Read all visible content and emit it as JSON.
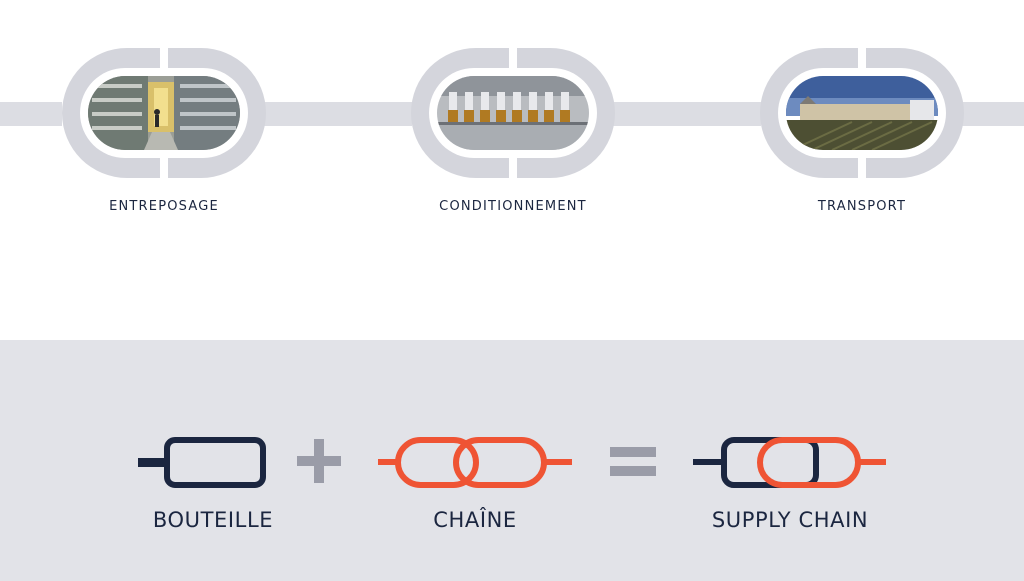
{
  "colors": {
    "navy": "#1b2640",
    "orange": "#ef5434",
    "link_grey": "#d4d5dc",
    "operator_grey": "#9a9ca8",
    "bottom_bg": "#e2e3e8"
  },
  "steps": [
    {
      "label": "ENTREPOSAGE",
      "photo": "warehouse-aisle-photo"
    },
    {
      "label": "CONDITIONNEMENT",
      "photo": "bottling-line-photo"
    },
    {
      "label": "TRANSPORT",
      "photo": "vineyard-chateau-truck-photo"
    }
  ],
  "equation": {
    "term1": "BOUTEILLE",
    "term1_icon": "bottle-link-icon",
    "plus_icon": "plus-icon",
    "term2": "CHAÎNE",
    "term2_icon": "chain-link-icon",
    "equals_icon": "equals-icon",
    "result": "SUPPLY CHAIN",
    "result_icon": "supply-chain-icon"
  }
}
